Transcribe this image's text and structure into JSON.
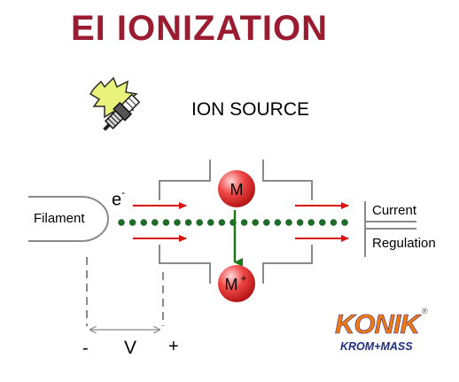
{
  "title": "EI IONIZATION",
  "subtitle": "ION SOURCE",
  "labels": {
    "filament": "Filament",
    "electron": "e",
    "electron_charge": "-",
    "molecule": "M",
    "ion": "M",
    "ion_charge": "+",
    "current": "Current",
    "regulation": "Regulation",
    "minus": "-",
    "voltage": "V",
    "plus": "+"
  },
  "logo": {
    "name": "KONIK",
    "registered": "®",
    "subtitle": "KROM+MASS"
  },
  "colors": {
    "title": "#9b1b30",
    "arrows": "#dd1111",
    "beam_dots": "#1e6b2a",
    "flow_arrow": "#1a7a1a",
    "sphere": "#e02020",
    "logo_orange": "#f07a10",
    "logo_blue": "#1f2f7f"
  },
  "icons": {
    "clipart": "spark-plug-icon"
  }
}
